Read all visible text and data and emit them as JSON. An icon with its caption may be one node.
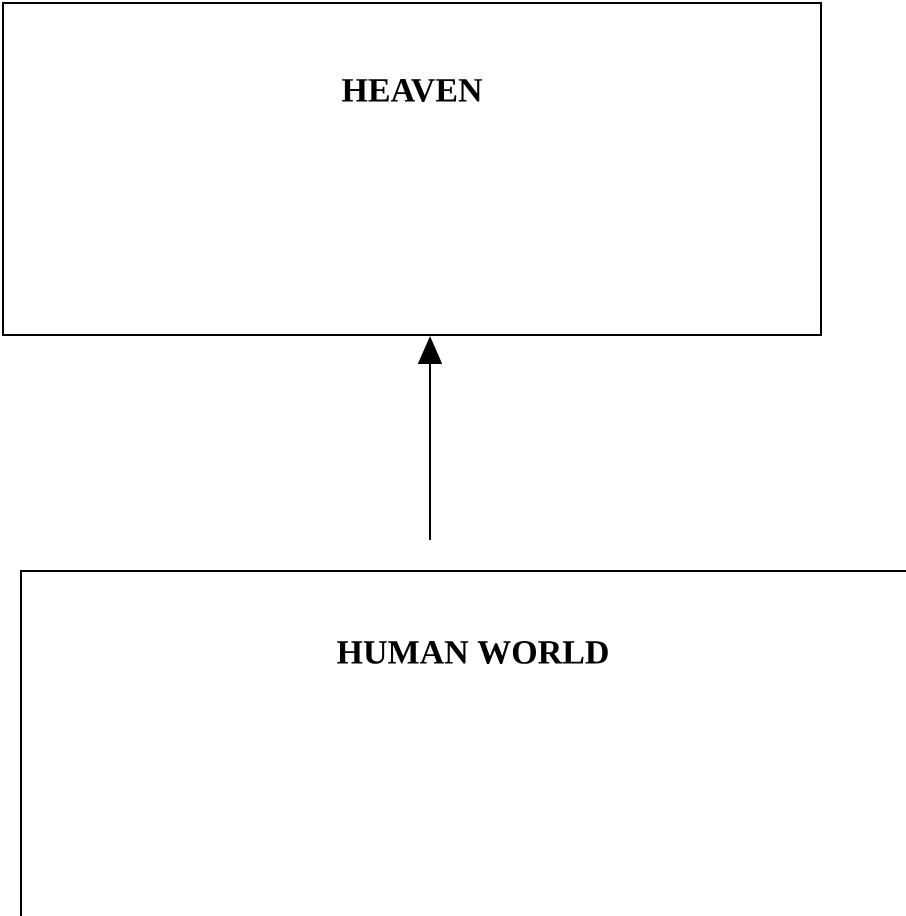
{
  "diagram": {
    "nodes": [
      {
        "text": [
          "HEAVEN"
        ]
      },
      {
        "text": [
          "HUMAN WORLD"
        ]
      }
    ],
    "edges": [
      {
        "from": 1,
        "to": 0,
        "arrow": "to"
      }
    ]
  }
}
